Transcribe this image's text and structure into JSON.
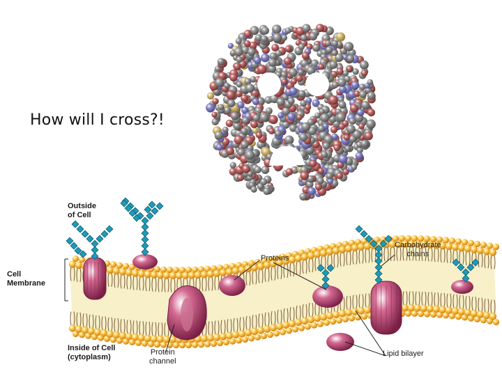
{
  "slide": {
    "caption": "How will I cross?!"
  },
  "membrane": {
    "outside_label": [
      "Outside",
      "of Cell"
    ],
    "cell_membrane_label": [
      "Cell",
      "Membrane"
    ],
    "inside_label": [
      "Inside of Cell",
      "(cytoplasm)"
    ],
    "proteins_label": "Proteins",
    "carbohydrate_label": [
      "Carbohydrate",
      "chains"
    ],
    "channel_label": [
      "Protein",
      "channel"
    ],
    "bilayer_label": "Lipid bilayer"
  },
  "colors": {
    "lipid_head": "#f2b52a",
    "lipid_core": "#f7f0c8",
    "protein": "#b0406a",
    "carbohydrate": "#1f9ab8",
    "atom_red": "#c46e6e",
    "atom_grey": "#9d9d9d",
    "atom_blue": "#8c8cc9",
    "atom_yellow": "#d7c27a"
  },
  "icons": {
    "molecule": "protein-molecule-face-illustration"
  }
}
